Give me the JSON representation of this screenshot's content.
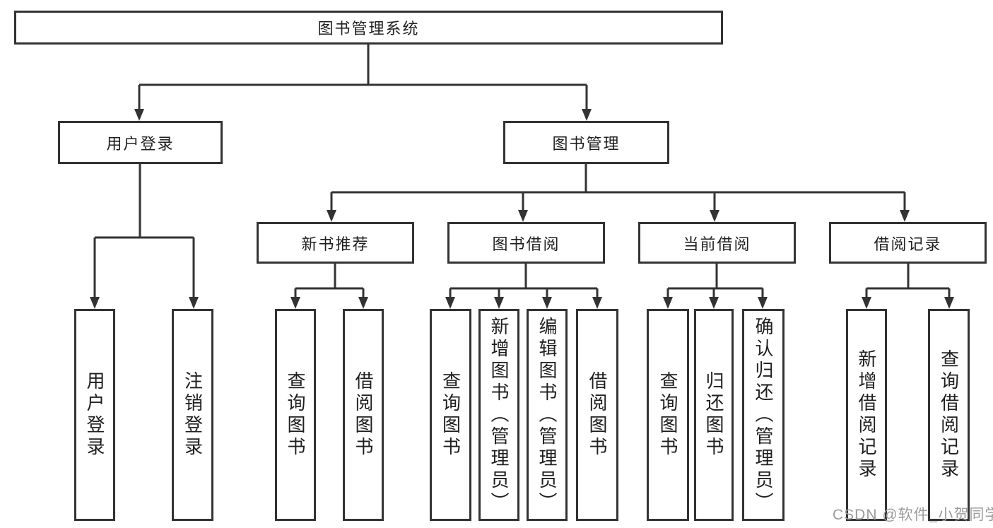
{
  "colors": {
    "background": "#ffffff",
    "line": "#333333",
    "box_border": "#333333",
    "text": "#1f1f1f",
    "watermark_text": "#9b9b9b"
  },
  "tree": {
    "root": {
      "label": "图书管理系统"
    },
    "level1": [
      {
        "label": "用户登录",
        "children": [
          {
            "label": "用户登录"
          },
          {
            "label": "注销登录"
          }
        ]
      },
      {
        "label": "图书管理",
        "children": [
          {
            "label": "新书推荐",
            "children": [
              {
                "label": "查询图书"
              },
              {
                "label": "借阅图书"
              }
            ]
          },
          {
            "label": "图书借阅",
            "children": [
              {
                "label": "查询图书"
              },
              {
                "label": "新增图书（管理员）"
              },
              {
                "label": "编辑图书（管理员）"
              },
              {
                "label": "借阅图书"
              }
            ]
          },
          {
            "label": "当前借阅",
            "children": [
              {
                "label": "查询图书"
              },
              {
                "label": "归还图书"
              },
              {
                "label": "确认归还（管理员）"
              }
            ]
          },
          {
            "label": "借阅记录",
            "children": [
              {
                "label": "新增借阅记录"
              },
              {
                "label": "查询借阅记录"
              }
            ]
          }
        ]
      }
    ]
  },
  "watermark": {
    "text": "CSDN @软件_小贺同学"
  }
}
